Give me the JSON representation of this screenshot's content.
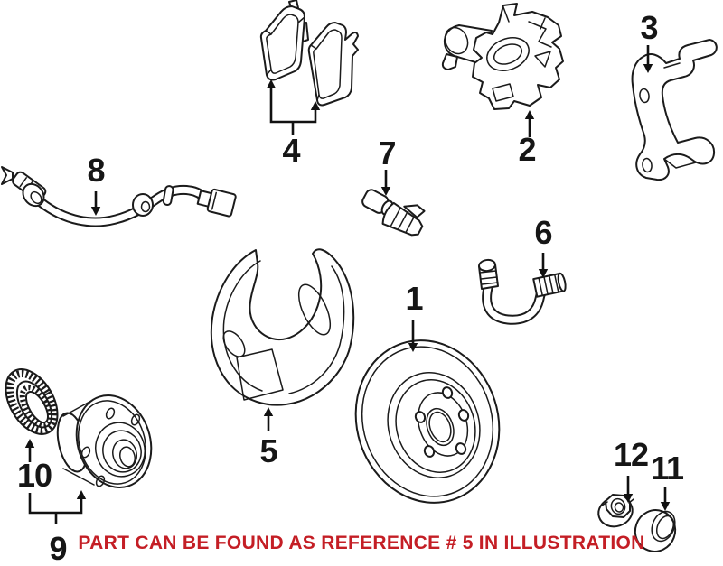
{
  "diagram": {
    "callouts": {
      "c1": "1",
      "c2": "2",
      "c3": "3",
      "c4": "4",
      "c5": "5",
      "c6": "6",
      "c7": "7",
      "c8": "8",
      "c9": "9",
      "c10": "10",
      "c11": "11",
      "c12": "12"
    },
    "caption": "PART CAN BE FOUND AS REFERENCE # 5 IN ILLUSTRATION",
    "colors": {
      "caption_red": "#C41E25",
      "line_ink": "#1B1B1B",
      "background": "#FFFFFF"
    }
  }
}
